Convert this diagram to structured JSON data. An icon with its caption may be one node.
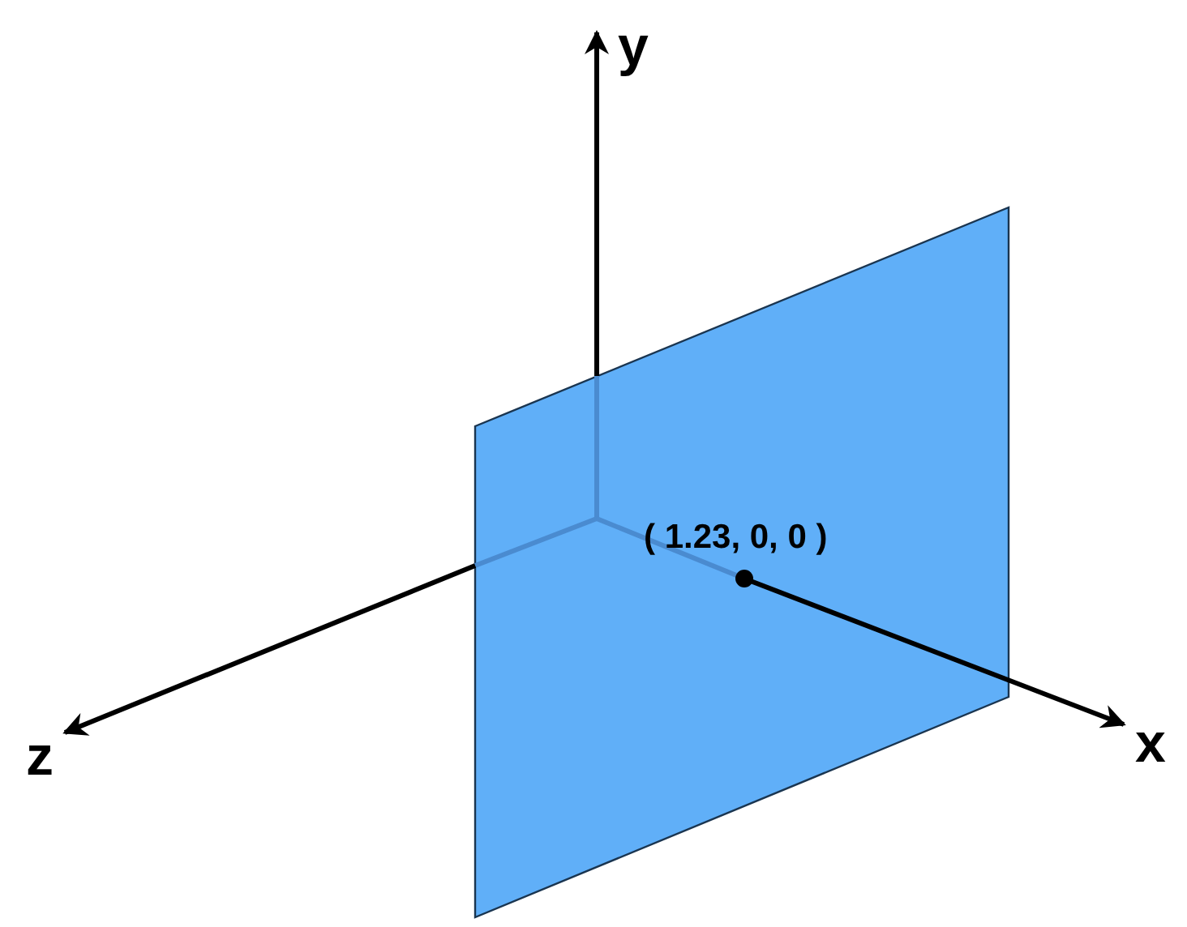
{
  "diagram": {
    "labels": [
      "y",
      "( 1.23, 0, 0 )",
      "z",
      "x"
    ]
  }
}
